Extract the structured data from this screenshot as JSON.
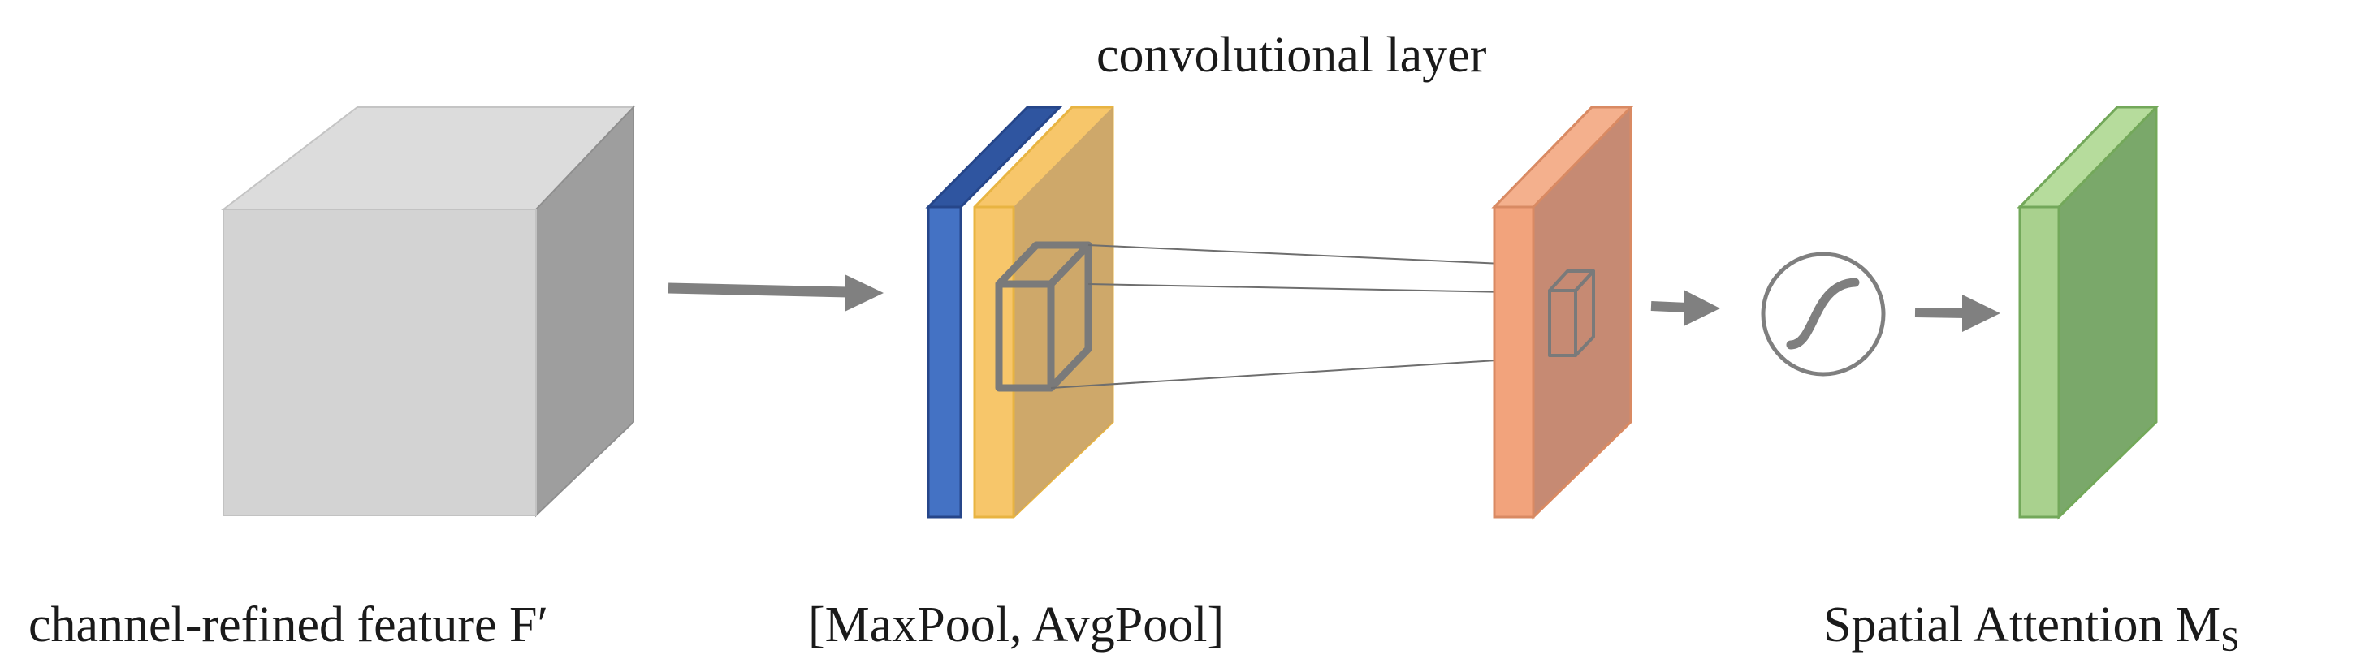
{
  "labels": {
    "conv_title": "convolutional layer",
    "input_label": "channel-refined feature F′",
    "pool_label": "[MaxPool, AvgPool]",
    "output_label_main": "Spatial Attention M",
    "output_label_sub": "S"
  },
  "colors": {
    "cube_front": "#d3d3d3",
    "cube_top": "#dcdcdc",
    "cube_side": "#9e9e9e",
    "maxpool_front": "#4472c4",
    "maxpool_side": "#2f55a0",
    "avgpool_front": "#f7c66a",
    "avgpool_overlay": "#c9a46a",
    "conv_front": "#f2a37c",
    "conv_side": "#c68a73",
    "output_front": "#a9d18e",
    "output_side": "#7aa86a",
    "arrow": "#808080",
    "kernel_stroke": "#7a7a7a",
    "sigmoid_stroke": "#7f7f7f"
  },
  "icons": {
    "sigmoid": "sigmoid-curve-icon"
  }
}
